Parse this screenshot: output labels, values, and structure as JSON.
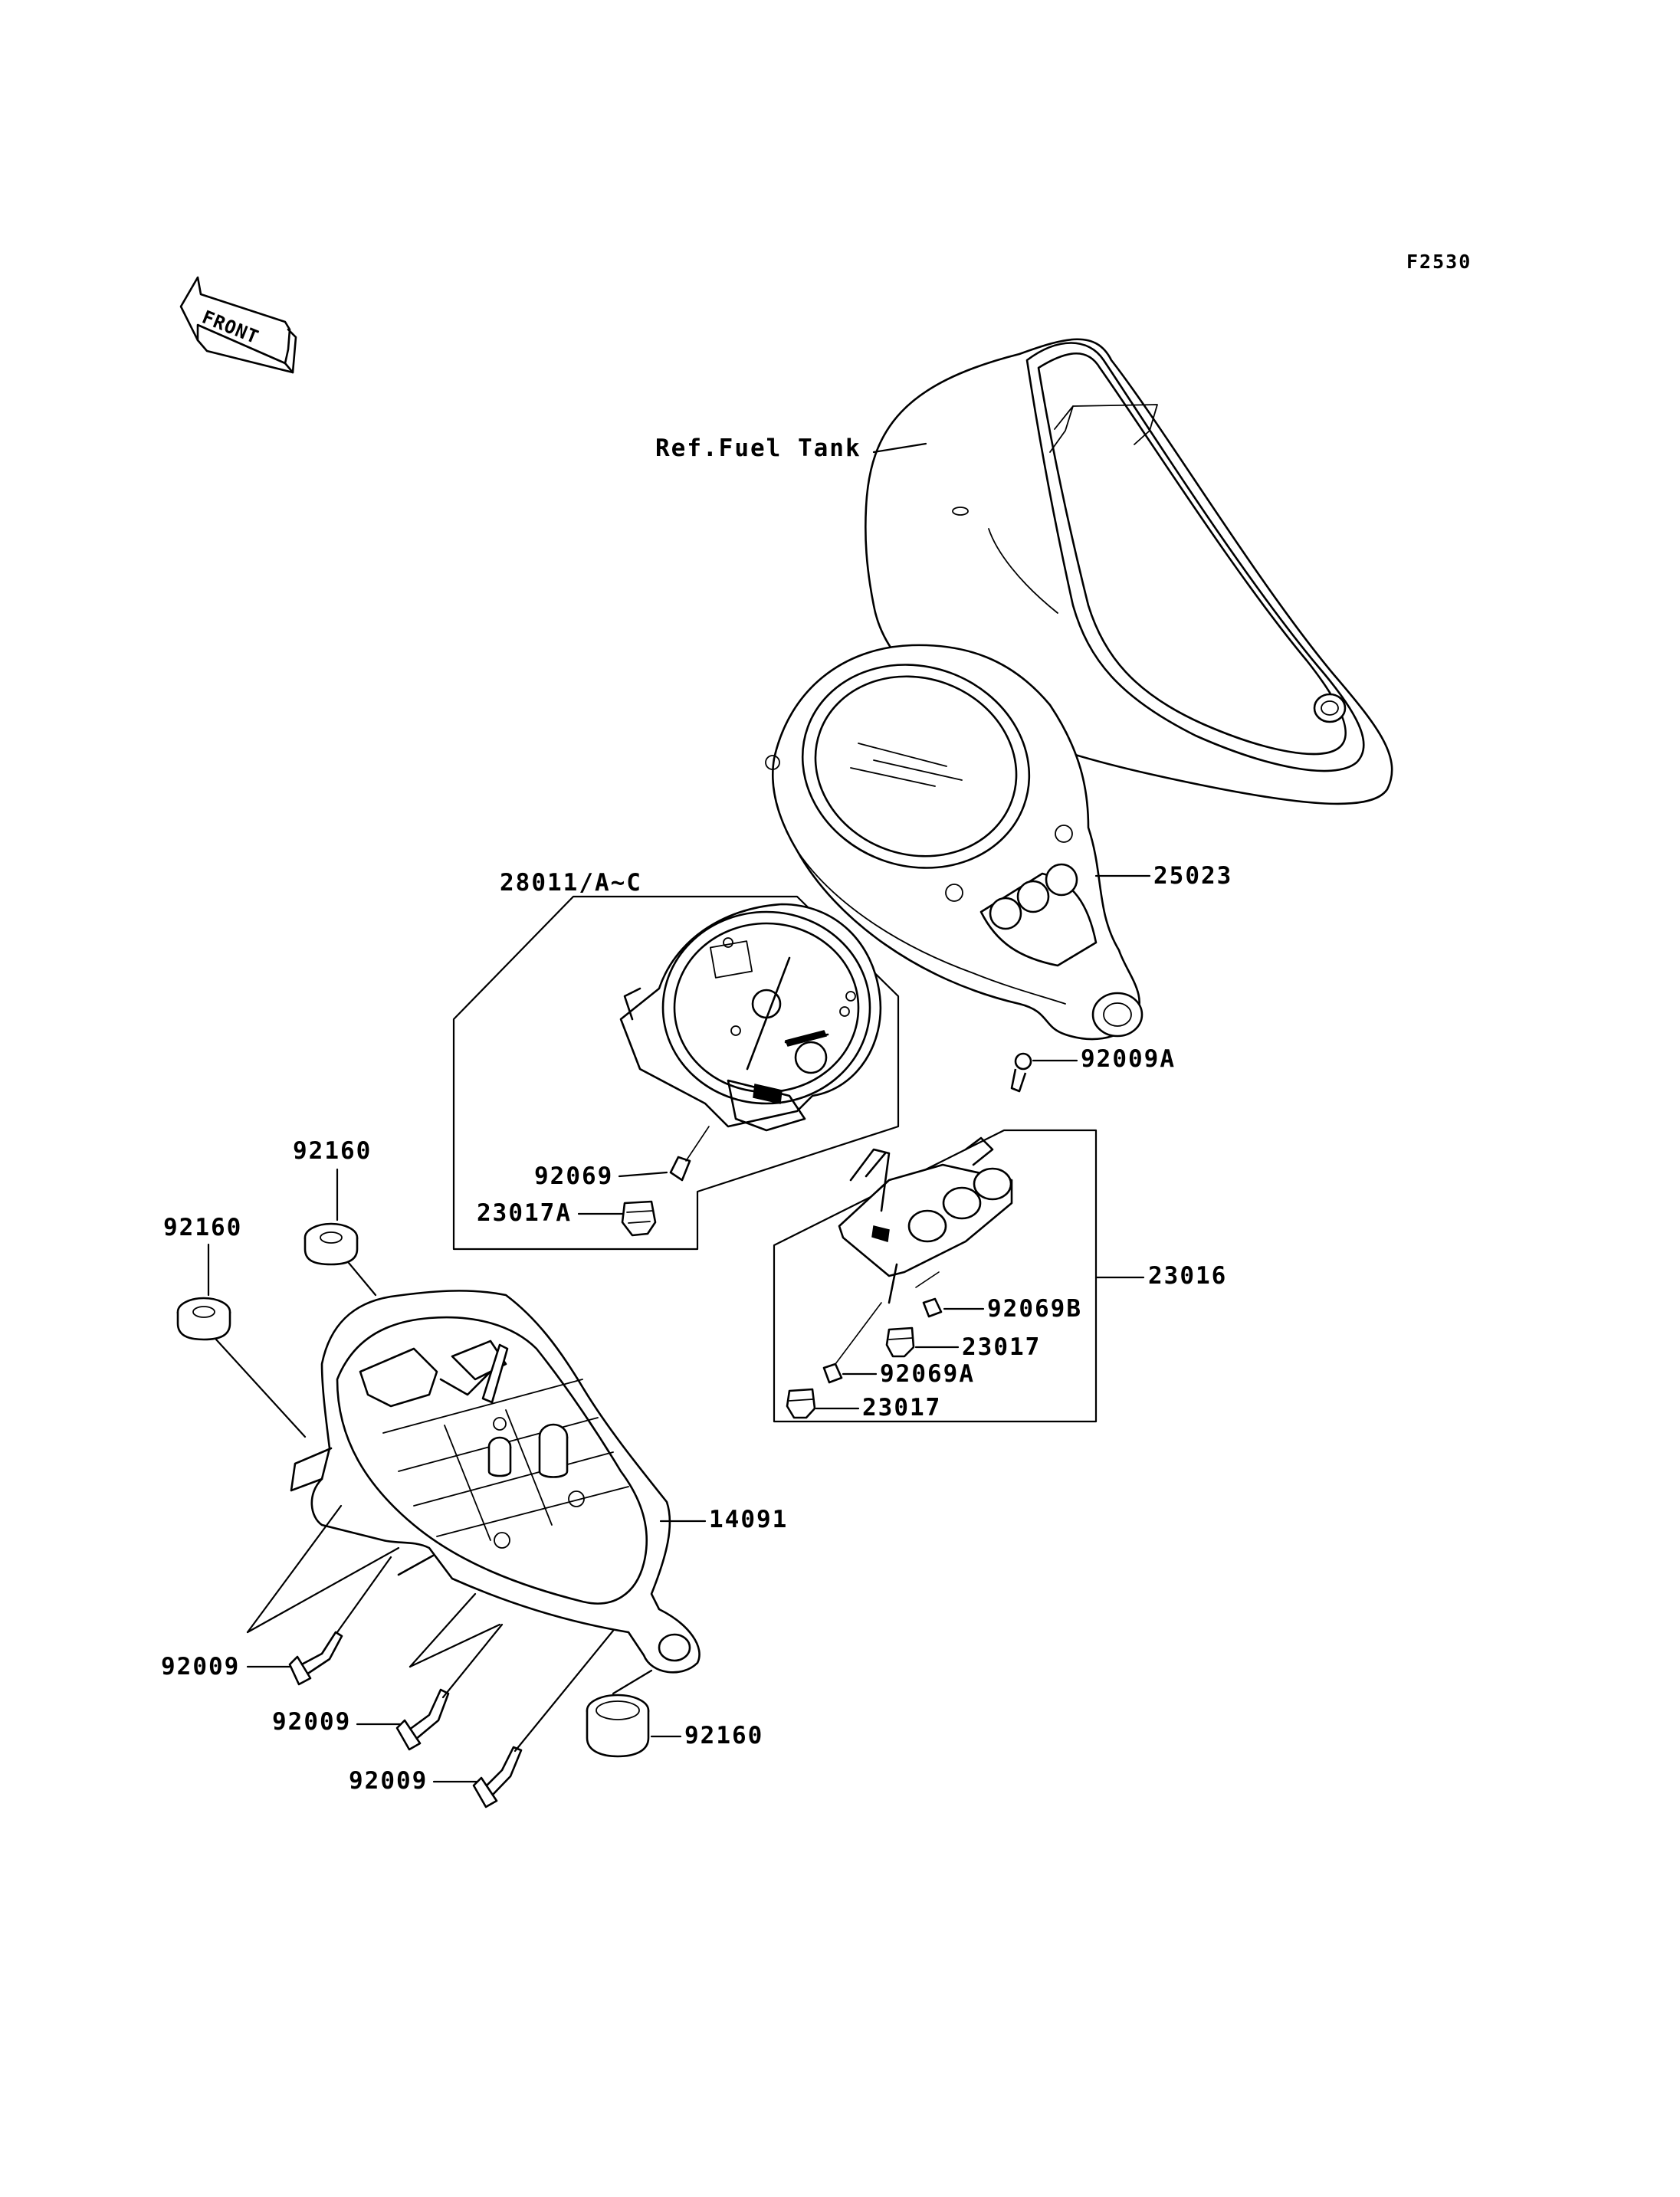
{
  "figure_code": "F2530",
  "direction_label": "FRONT",
  "labels": {
    "ref_fuel_tank": "Ref.Fuel Tank",
    "p25023": "25023",
    "p28011": "28011/A~C",
    "p92009A": "92009A",
    "p92160_a": "92160",
    "p92160_b": "92160",
    "p92069": "92069",
    "p23017A": "23017A",
    "p23016": "23016",
    "p92069B": "92069B",
    "p23017_a": "23017",
    "p92069A": "92069A",
    "p23017_b": "23017",
    "p14091": "14091",
    "p92009_a": "92009",
    "p92009_b": "92009",
    "p92009_c": "92009",
    "p92160_c": "92160"
  }
}
